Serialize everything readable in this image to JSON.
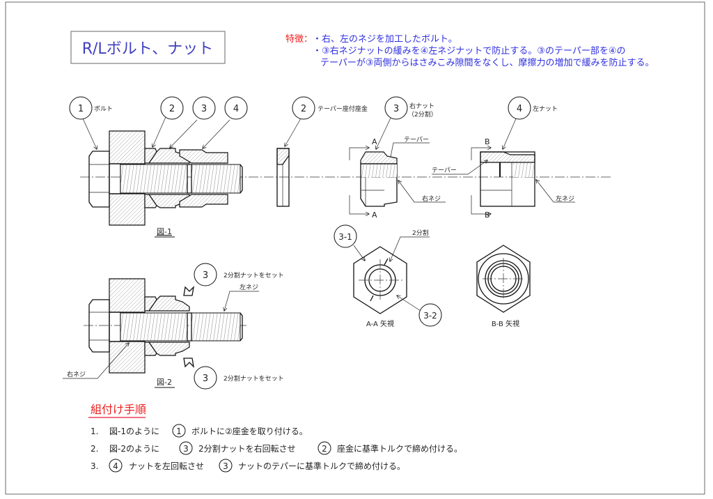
{
  "title": "R/Lボルト、ナット",
  "features": {
    "label": "特徴：",
    "line1": "・右、左のネジを加工したボルト。",
    "line2": "・③右ネジナットの緩みを④左ネジナットで防止する。③のテーパー部を④の",
    "line3": "テーパーが③両側からはさみこみ隙間をなくし、摩擦力の増加で緩みを防止する。"
  },
  "figure1": {
    "caption": "図-1",
    "balloons": [
      "1",
      "2",
      "3",
      "4"
    ],
    "bolt_label": "ボルト"
  },
  "parts": {
    "washer": {
      "num": "2",
      "label": "テーパー座付座金"
    },
    "right_nut": {
      "num": "3",
      "label": "右ナット",
      "sub": "（2分割）",
      "section_a": "A",
      "taper": "テーパー",
      "thread": "右ネジ"
    },
    "left_nut": {
      "num": "4",
      "label": "左ナット",
      "section_b": "B",
      "taper": "テーパー",
      "thread": "左ネジ"
    }
  },
  "section_views": {
    "aa": {
      "caption": "A-A  矢視",
      "tag1": "3-1",
      "tag2": "3-2",
      "split": "2分割"
    },
    "bb": {
      "caption": "B-B  矢視"
    }
  },
  "figure2": {
    "caption": "図-2",
    "balloon": "3",
    "set_label": "2分割ナットをセット",
    "left_thread": "左ネジ",
    "right_thread": "右ネジ"
  },
  "assembly": {
    "heading": "組付け手順",
    "steps": [
      {
        "num": "1.",
        "a": "図-1のように",
        "b1": "1",
        "c": "ボルトに②座金を取り付ける。"
      },
      {
        "num": "2.",
        "a": "図-2のように",
        "b1": "3",
        "c": "2分割ナットを右回転させ",
        "b2": "2",
        "d": "座金に基準トルクで締め付ける。"
      },
      {
        "num": "3.",
        "b1": "4",
        "c": "ナットを左回転させ",
        "b2": "3",
        "d": "ナットのテパーに基準トルクで締め付ける。"
      }
    ]
  },
  "colors": {
    "title": "#4040c0",
    "feature_text": "#2f2fe0",
    "feature_label": "#ee2020",
    "heading": "#ee2020"
  }
}
